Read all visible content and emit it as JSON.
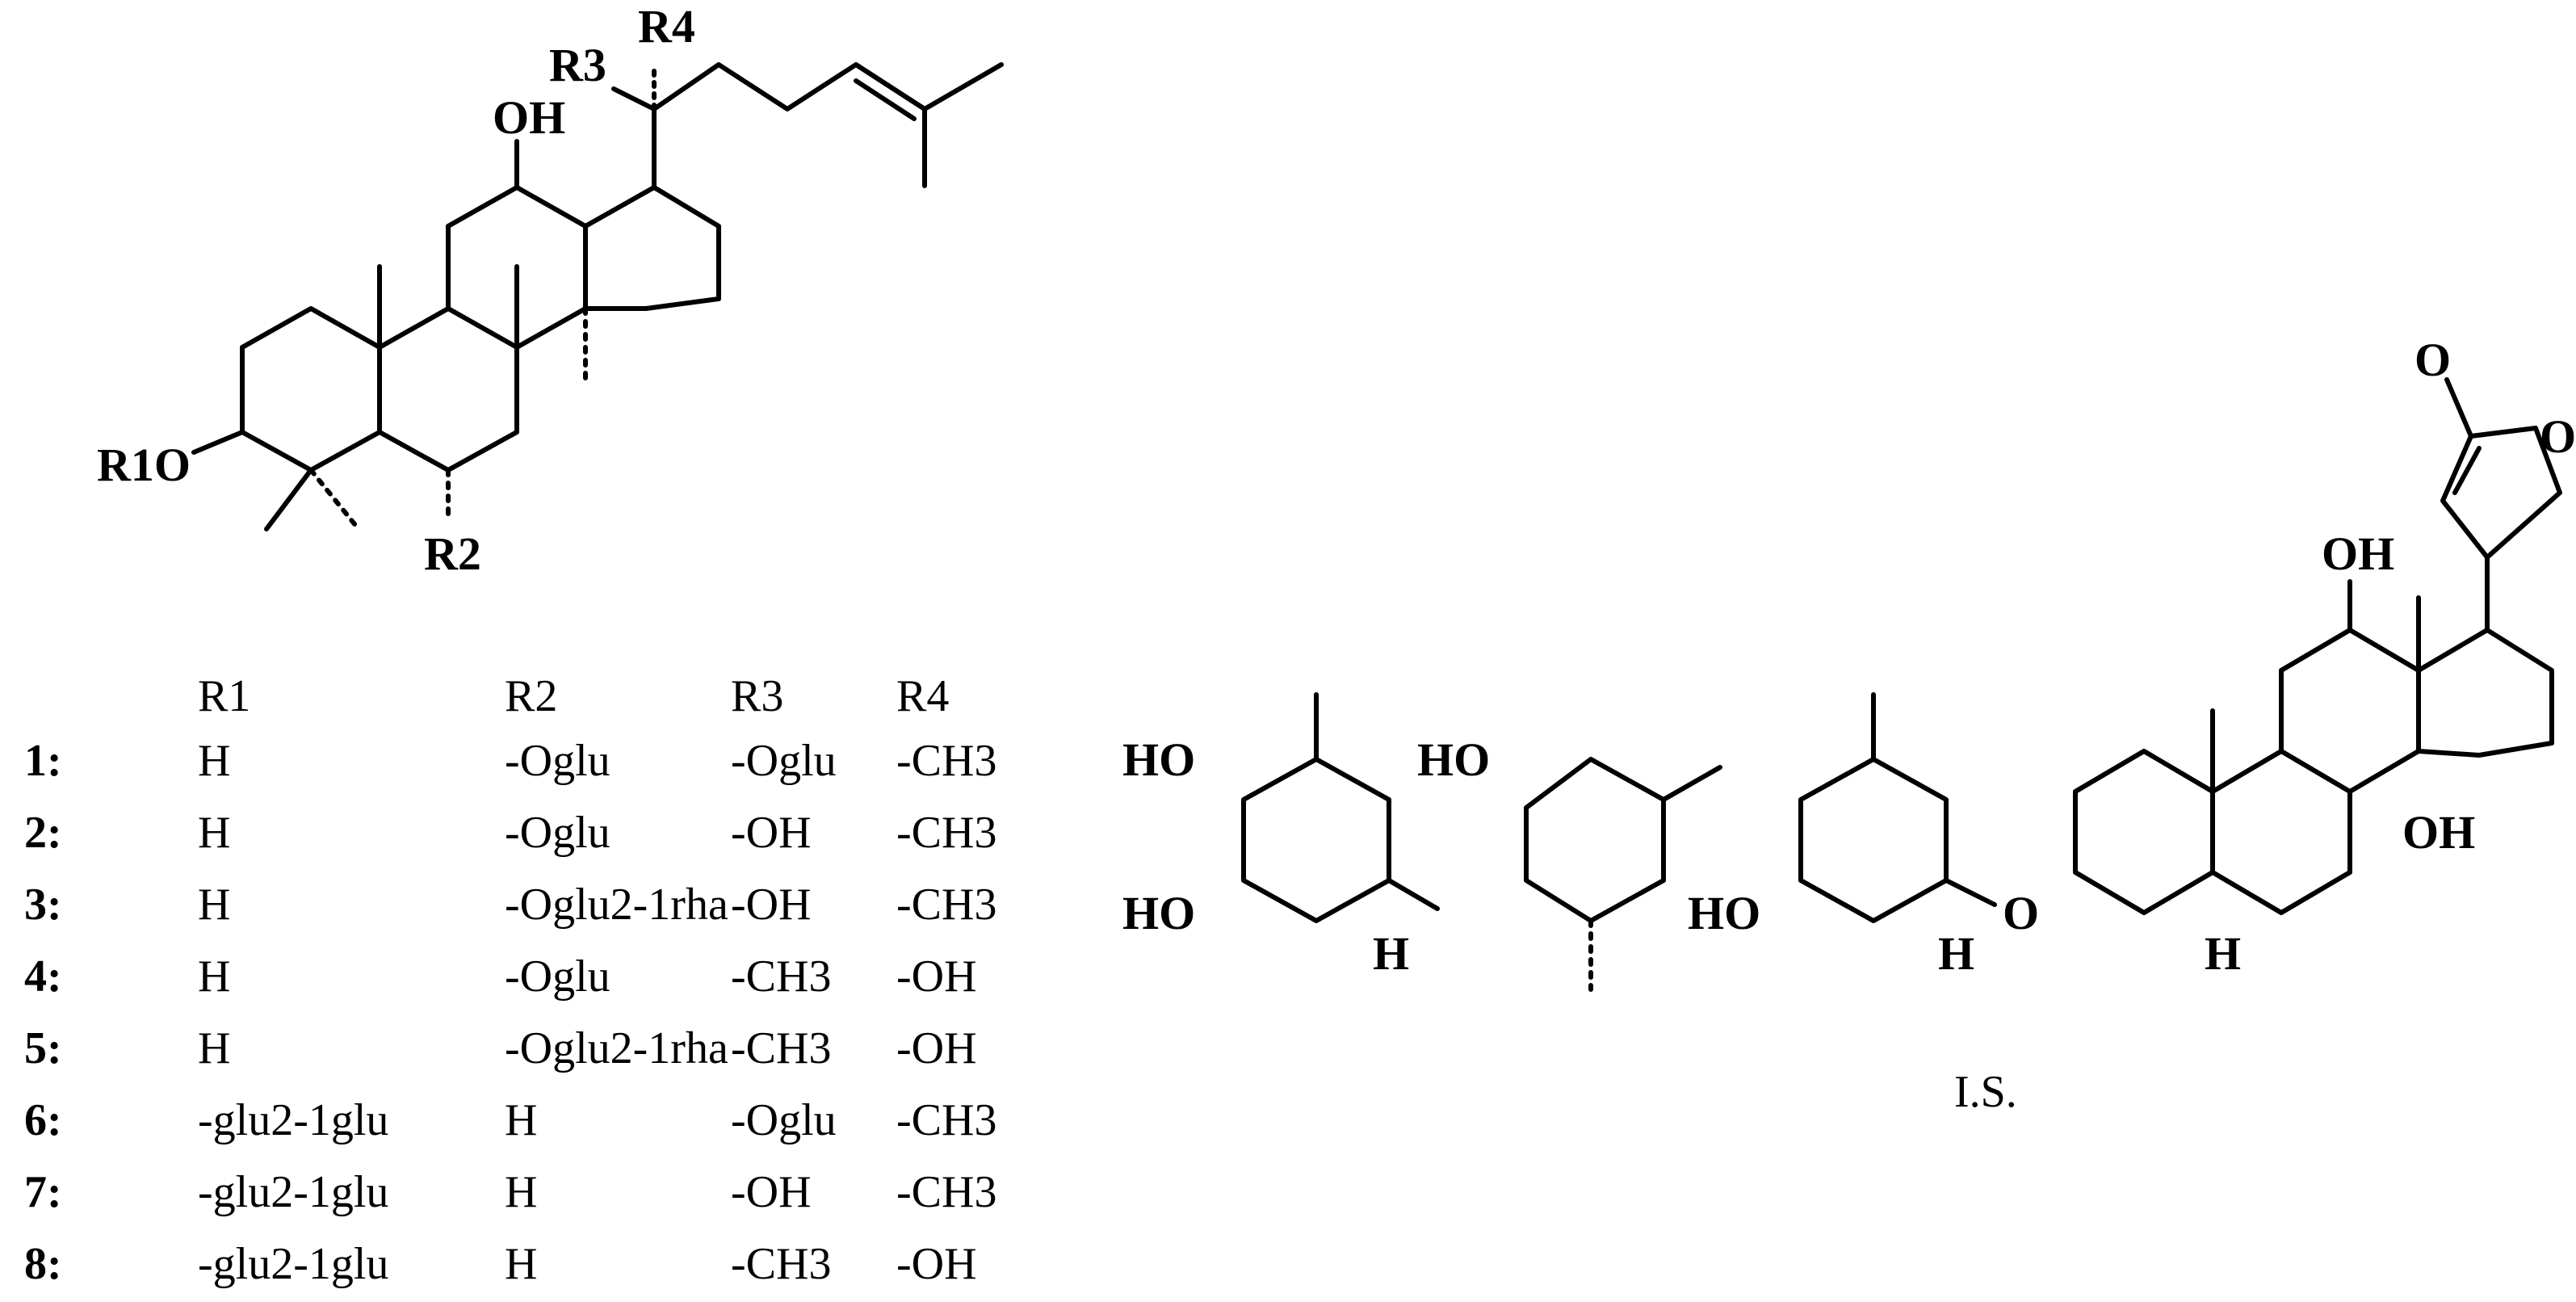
{
  "structure_labels": {
    "r1o": "R1O",
    "r2": "R2",
    "r3": "R3",
    "r4": "R4",
    "oh_c12": "OH",
    "internal_standard_caption": "I.S."
  },
  "substituent_table": {
    "columns": [
      "R1",
      "R2",
      "R3",
      "R4"
    ],
    "rows": [
      {
        "id": "1",
        "r1": "H",
        "r2": "-Oglu",
        "r3": "-Oglu",
        "r4": "-CH3"
      },
      {
        "id": "2",
        "r1": "H",
        "r2": "-Oglu",
        "r3": "-OH",
        "r4": "-CH3"
      },
      {
        "id": "3",
        "r1": "H",
        "r2": "-Oglu2-1rha",
        "r3": "-OH",
        "r4": "-CH3"
      },
      {
        "id": "4",
        "r1": "H",
        "r2": "-Oglu",
        "r3": "-CH3",
        "r4": "-OH"
      },
      {
        "id": "5",
        "r1": "H",
        "r2": "-Oglu2-1rha",
        "r3": "-CH3",
        "r4": "-OH"
      },
      {
        "id": "6",
        "r1": "-glu2-1glu",
        "r2": "H",
        "r3": "-Oglu",
        "r4": "-CH3"
      },
      {
        "id": "7",
        "r1": "-glu2-1glu",
        "r2": "H",
        "r3": "-OH",
        "r4": "-CH3"
      },
      {
        "id": "8",
        "r1": "-glu2-1glu",
        "r2": "H",
        "r3": "-CH3",
        "r4": "-OH"
      }
    ]
  },
  "internal_standard_labels": {
    "ho_top": "HO",
    "ho_bottom": "HO",
    "ho_sugar2": "HO",
    "ho_sugar3": "HO",
    "o_ring": "O",
    "o_link": "O",
    "h": "H",
    "oh": "OH",
    "o": "O"
  }
}
